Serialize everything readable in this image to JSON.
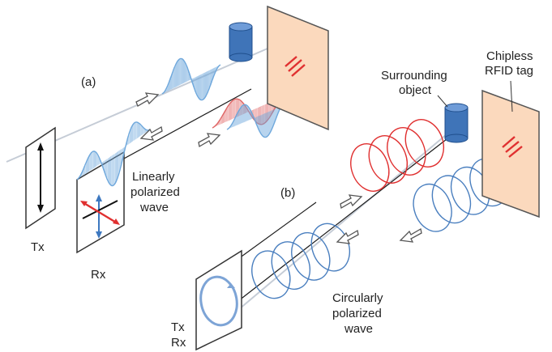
{
  "labels": {
    "part_a": "(a)",
    "part_b": "(b)",
    "linear_line1": "Linearly",
    "linear_line2": "polarized",
    "linear_line3": "wave",
    "tx_a": "Tx",
    "rx_a": "Rx",
    "surrounding_line1": "Surrounding",
    "surrounding_line2": "object",
    "chipless_line1": "Chipless",
    "chipless_line2": "RFID tag",
    "circular_line1": "Circularly",
    "circular_line2": "polarized",
    "circular_line3": "wave",
    "tx_b": "Tx",
    "rx_b": "Rx"
  },
  "colors": {
    "linear_wave": "#6fa8dc",
    "reflected_wave": "#e06666",
    "circle_blue": "#4a7fbf",
    "circle_red": "#e03030",
    "tag_fill": "#fbd9bd",
    "tag_stripes": "#e03030",
    "object_fill": "#3f74b8",
    "axis": "#9aa6b8"
  }
}
